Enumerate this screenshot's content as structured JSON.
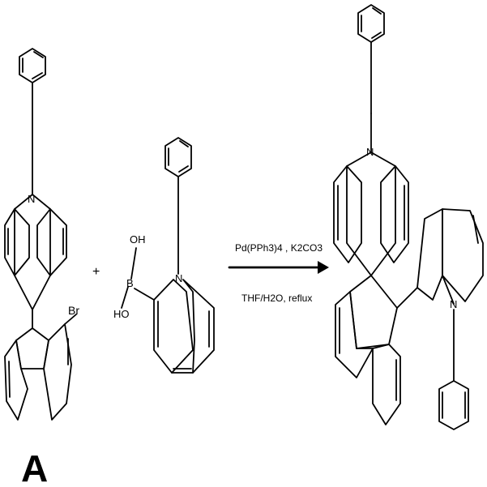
{
  "compound_a": {
    "label": "A",
    "nitrogen": "N",
    "bromine": "Br"
  },
  "plus": "+",
  "boronic_acid": {
    "nitrogen": "N",
    "boron": "B",
    "oh_top": "OH",
    "oh_left": "HO"
  },
  "conditions": {
    "line1": "Pd(PPh3)4 , K2CO3",
    "line2": "THF/H2O, reflux"
  },
  "product": {
    "nitrogen_top": "N",
    "nitrogen_right": "N"
  }
}
